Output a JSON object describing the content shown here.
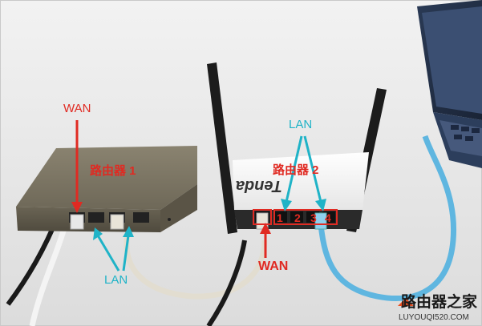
{
  "labels": {
    "wan_top": "WAN",
    "router1": "路由器 1",
    "lan_bottom": "LAN",
    "lan_top": "LAN",
    "router2": "路由器 2",
    "wan_bottom": "WAN",
    "ports": [
      "1",
      "2",
      "3",
      "4"
    ],
    "brand": "Tenda"
  },
  "watermark": {
    "title": "路由器之家",
    "url": "LUYOUQI520.COM"
  },
  "colors": {
    "annotation_red": "#e02a22",
    "annotation_cyan": "#1fb3c7",
    "lan_cable_blue": "#5fb6e0"
  }
}
